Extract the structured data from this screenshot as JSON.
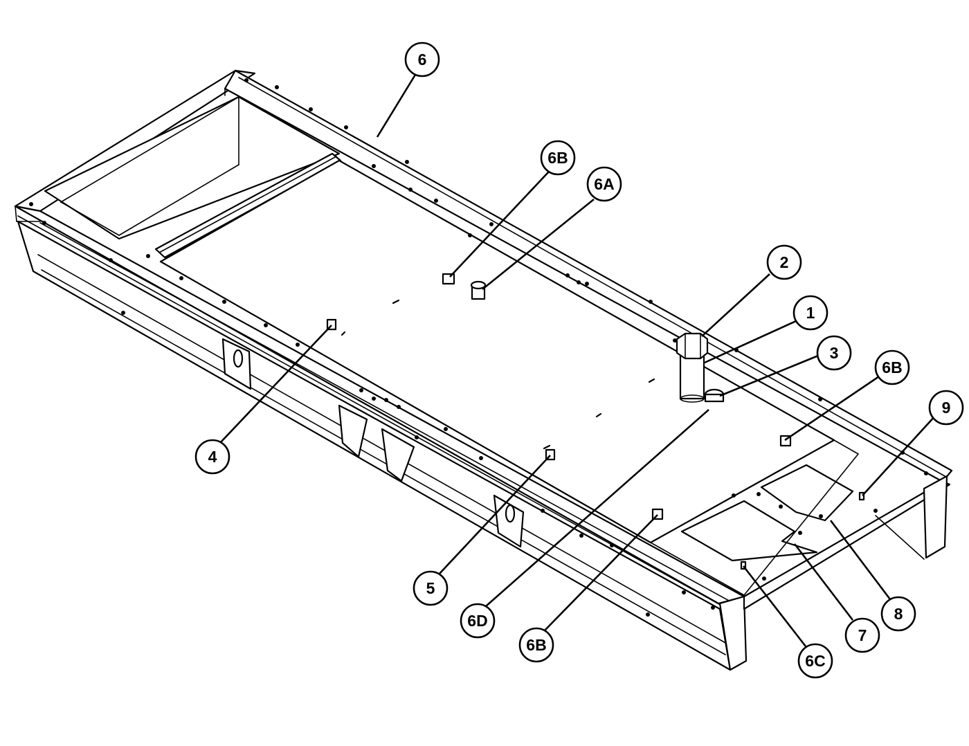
{
  "callouts": [
    {
      "id": "c-6",
      "label": "6"
    },
    {
      "id": "c-6b-1",
      "label": "6B"
    },
    {
      "id": "c-6a",
      "label": "6A"
    },
    {
      "id": "c-2",
      "label": "2"
    },
    {
      "id": "c-1",
      "label": "1"
    },
    {
      "id": "c-3",
      "label": "3"
    },
    {
      "id": "c-6b-2",
      "label": "6B"
    },
    {
      "id": "c-9",
      "label": "9"
    },
    {
      "id": "c-4",
      "label": "4"
    },
    {
      "id": "c-5",
      "label": "5"
    },
    {
      "id": "c-6d",
      "label": "6D"
    },
    {
      "id": "c-6b-3",
      "label": "6B"
    },
    {
      "id": "c-6c",
      "label": "6C"
    },
    {
      "id": "c-7",
      "label": "7"
    },
    {
      "id": "c-8",
      "label": "8"
    }
  ]
}
